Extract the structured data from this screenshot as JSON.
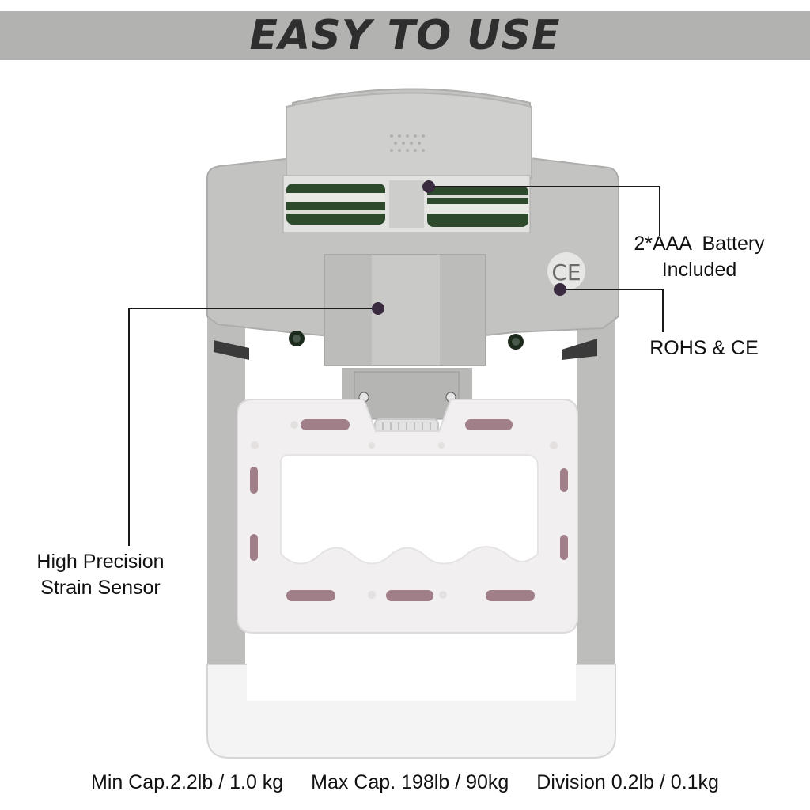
{
  "banner": {
    "title": "EASY TO USE"
  },
  "callouts": {
    "battery": {
      "line1": "2*AAA  Battery",
      "line2": "Included"
    },
    "cert": "ROHS & CE",
    "sensor": {
      "line1": "High Precision",
      "line2": "Strain Sensor"
    }
  },
  "ce_mark": "CE",
  "specs": {
    "min": "Min Cap.2.2lb / 1.0 kg",
    "max": "Max Cap. 198lb / 90kg",
    "division": "Division 0.2lb / 0.1kg"
  },
  "colors": {
    "banner": "#b2b2b0",
    "body": "#c3c3c1",
    "handle": "#f1efef",
    "battery": "#2e4a2c",
    "slot": "#a07f88"
  }
}
